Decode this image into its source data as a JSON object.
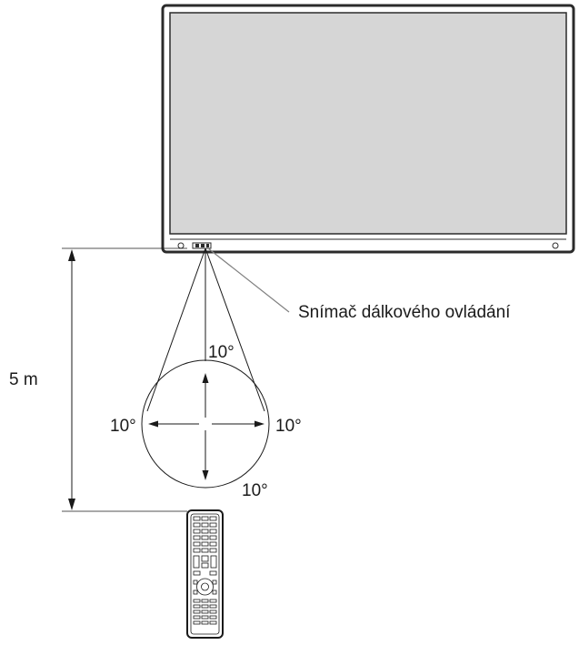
{
  "distance_label": "5 m",
  "sensor_label": "Snímač dálkového ovládání",
  "angles": {
    "top": "10°",
    "left": "10°",
    "right": "10°",
    "bottom": "10°"
  },
  "colors": {
    "screen_fill": "#d6d6d6",
    "bezel": "#2b2b2b",
    "line": "#1a1a1a",
    "leader_line": "#808080"
  }
}
